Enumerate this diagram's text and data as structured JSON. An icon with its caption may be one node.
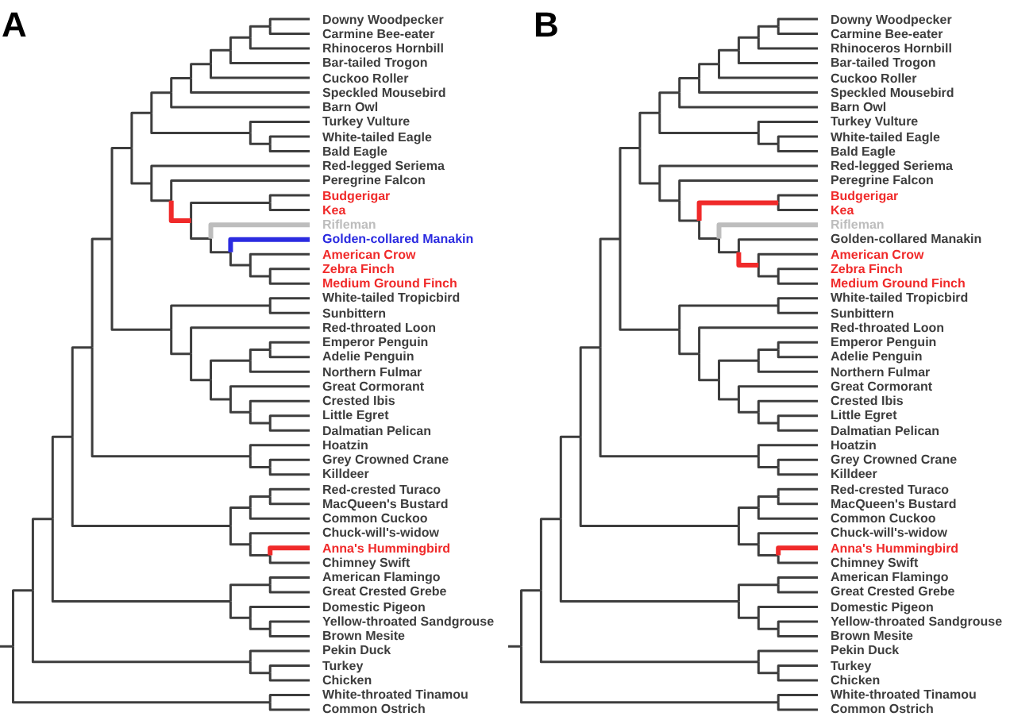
{
  "diagram": {
    "labels": [
      "A",
      "Downy Woodpecker",
      "Carmine Bee-eater",
      "Rhinoceros Hornbill",
      "Bar-tailed Trogon",
      "Cuckoo Roller",
      "Speckled Mousebird",
      "Barn Owl",
      "Turkey Vulture",
      "White-tailed Eagle",
      "Bald Eagle",
      "Red-legged Seriema",
      "Peregrine Falcon",
      "Budgerigar",
      "Kea",
      "Rifleman",
      "Golden-collared Manakin",
      "American Crow",
      "Zebra Finch",
      "Medium Ground Finch",
      "White-tailed Tropicbird",
      "Sunbittern",
      "Red-throated Loon",
      "Emperor Penguin",
      "Adelie Penguin",
      "Northern Fulmar",
      "Great Cormorant",
      "Crested Ibis",
      "Little Egret",
      "Dalmatian Pelican",
      "Hoatzin",
      "Grey Crowned Crane",
      "Killdeer",
      "Red-crested Turaco",
      "MacQueen's Bustard",
      "Common Cuckoo",
      "Chuck-will's-widow",
      "Anna's Hummingbird",
      "Chimney Swift",
      "American Flamingo",
      "Great Crested Grebe",
      "Domestic Pigeon",
      "Yellow-throated Sandgrouse",
      "Brown Mesite",
      "Pekin Duck",
      "Turkey",
      "Chicken",
      "White-throated Tinamou",
      "Common Ostrich",
      "B",
      "Downy Woodpecker",
      "Carmine Bee-eater",
      "Rhinoceros Hornbill",
      "Bar-tailed Trogon",
      "Cuckoo Roller",
      "Speckled Mousebird",
      "Barn Owl",
      "Turkey Vulture",
      "White-tailed Eagle",
      "Bald Eagle",
      "Red-legged Seriema",
      "Peregrine Falcon",
      "Budgerigar",
      "Kea",
      "Rifleman",
      "Golden-collared Manakin",
      "American Crow",
      "Zebra Finch",
      "Medium Ground Finch",
      "White-tailed Tropicbird",
      "Sunbittern",
      "Red-throated Loon",
      "Emperor Penguin",
      "Adelie Penguin",
      "Northern Fulmar",
      "Great Cormorant",
      "Crested Ibis",
      "Little Egret",
      "Dalmatian Pelican",
      "Hoatzin",
      "Grey Crowned Crane",
      "Killdeer",
      "Red-crested Turaco",
      "MacQueen's Bustard",
      "Common Cuckoo",
      "Chuck-will's-widow",
      "Anna's Hummingbird",
      "Chimney Swift",
      "American Flamingo",
      "Great Crested Grebe",
      "Domestic Pigeon",
      "Yellow-throated Sandgrouse",
      "Brown Mesite",
      "Pekin Duck",
      "Turkey",
      "Chicken",
      "White-throated Tinamou",
      "Common Ostrich"
    ]
  }
}
